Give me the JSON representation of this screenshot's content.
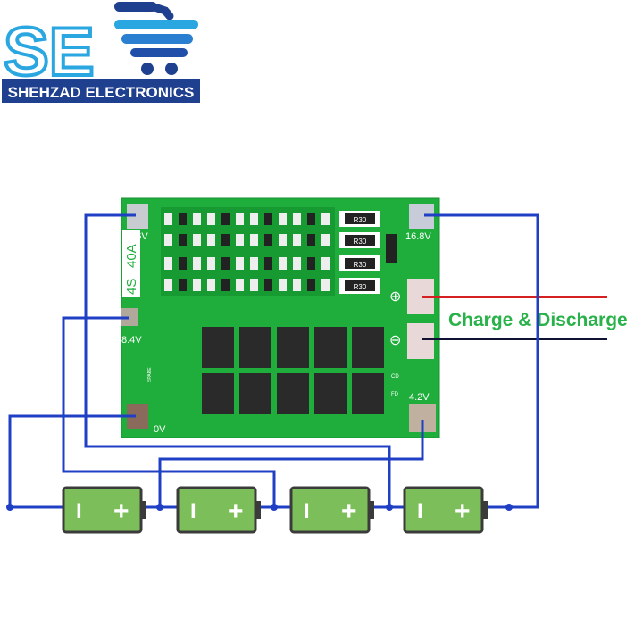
{
  "logo": {
    "monogram": "SE",
    "brand_name": "SHEHZAD ELECTRONICS",
    "colors": {
      "dark_blue": "#1f3f8f",
      "light_blue": "#2aa6e0",
      "gray": "#6b7684"
    }
  },
  "board": {
    "rating_cells": "4S",
    "rating_current": "40A",
    "pads": {
      "p126": "12.6V",
      "p84": "8.4V",
      "p0": "0V",
      "p168": "16.8V",
      "p42": "4.2V"
    },
    "plus_symbol": "⊕",
    "minus_symbol": "⊖",
    "resistor_marking": "R30",
    "small_labels": {
      "cd": "CD",
      "fd": "FD",
      "spare": "SPARE"
    },
    "color": "#1fae3c"
  },
  "output": {
    "label": "Charge & Discharge",
    "label_color": "#2ab24a",
    "positive_wire_color": "#d42020",
    "negative_wire_color": "#111133"
  },
  "wire_color": "#1f3fc4",
  "batteries": [
    {
      "minus": "I",
      "plus": "+"
    },
    {
      "minus": "I",
      "plus": "+"
    },
    {
      "minus": "I",
      "plus": "+"
    },
    {
      "minus": "I",
      "plus": "+"
    }
  ],
  "battery_color": "#7cbf5a"
}
